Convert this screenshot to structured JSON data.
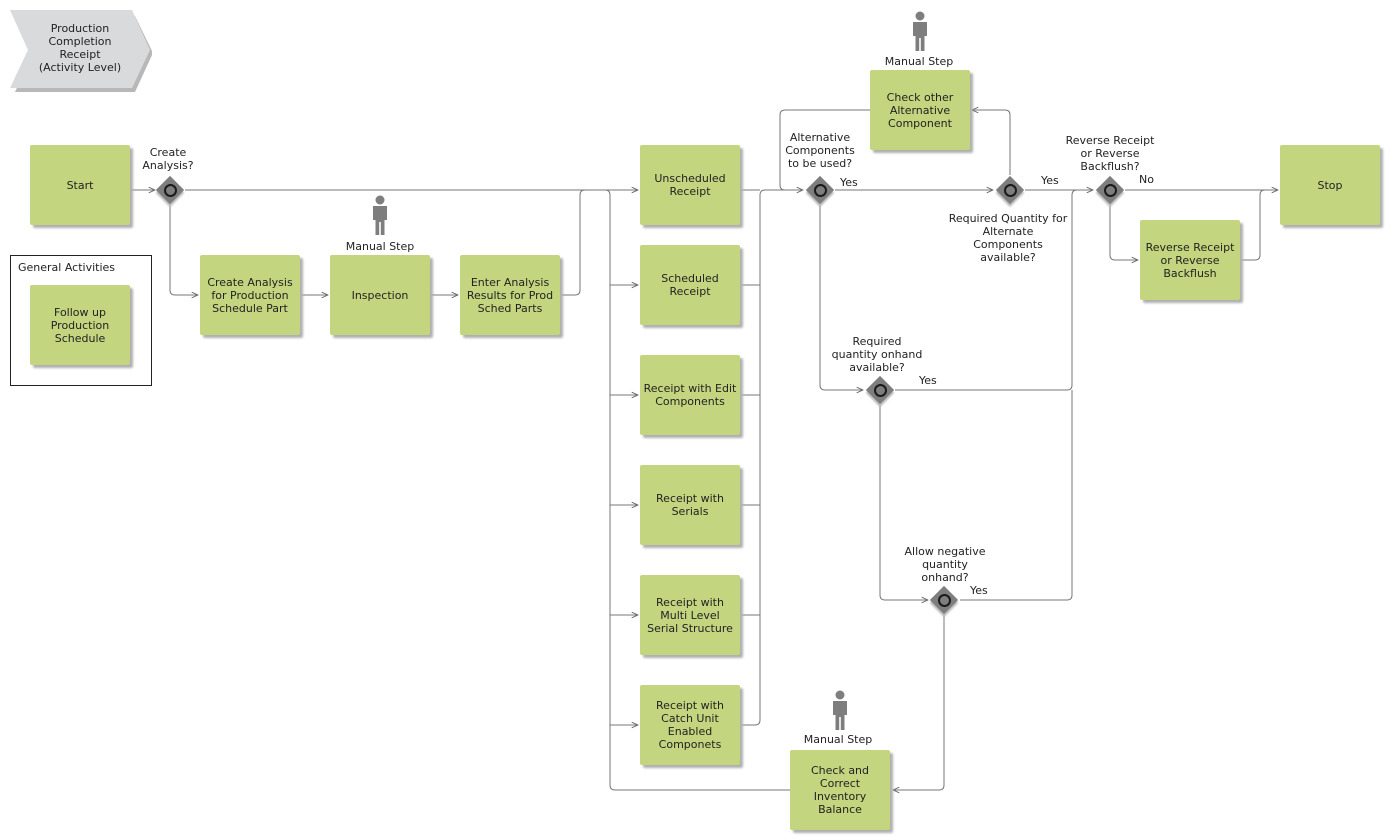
{
  "title": "Production\nCompletion\nReceipt\n(Activity Level)",
  "group_label": "General Activities",
  "activities": {
    "start": "Start",
    "stop": "Stop",
    "follow_up": "Follow up\nProduction\nSchedule",
    "create_analysis": "Create Analysis\nfor Production\nSchedule Part",
    "inspection": "Inspection",
    "enter_analysis": "Enter Analysis\nResults for Prod\nSched Parts",
    "unscheduled": "Unscheduled\nReceipt",
    "scheduled": "Scheduled\nReceipt",
    "edit_components": "Receipt with Edit\nComponents",
    "serials": "Receipt with\nSerials",
    "multi_level": "Receipt with\nMulti Level\nSerial Structure",
    "catch_unit": "Receipt with\nCatch Unit\nEnabled\nComponets",
    "check_alt": "Check other\nAlternative\nComponent",
    "reverse": "Reverse Receipt\nor Reverse\nBackflush",
    "check_inventory": "Check and\nCorrect\nInventory\nBalance"
  },
  "gateways": {
    "create_analysis": "Create\nAnalysis?",
    "alt_components": "Alternative\nComponents\nto be used?",
    "req_qty_alt": "Required Quantity for\nAlternate\nComponents\navailable?",
    "reverse": "Reverse Receipt\nor Reverse\nBackflush?",
    "req_qty_onhand": "Required\nquantity onhand\navailable?",
    "allow_negative": "Allow negative\nquantity\nonhand?"
  },
  "flow_labels": {
    "yes_alt": "Yes",
    "yes_req_alt": "Yes",
    "no_reverse": "No",
    "yes_onhand": "Yes",
    "yes_negative": "Yes"
  },
  "manual_step_label": "Manual Step",
  "colors": {
    "activity": "#c3d67f",
    "gateway": "#7e7e7e",
    "line": "#666666",
    "title_shape": "#d9dadb"
  }
}
